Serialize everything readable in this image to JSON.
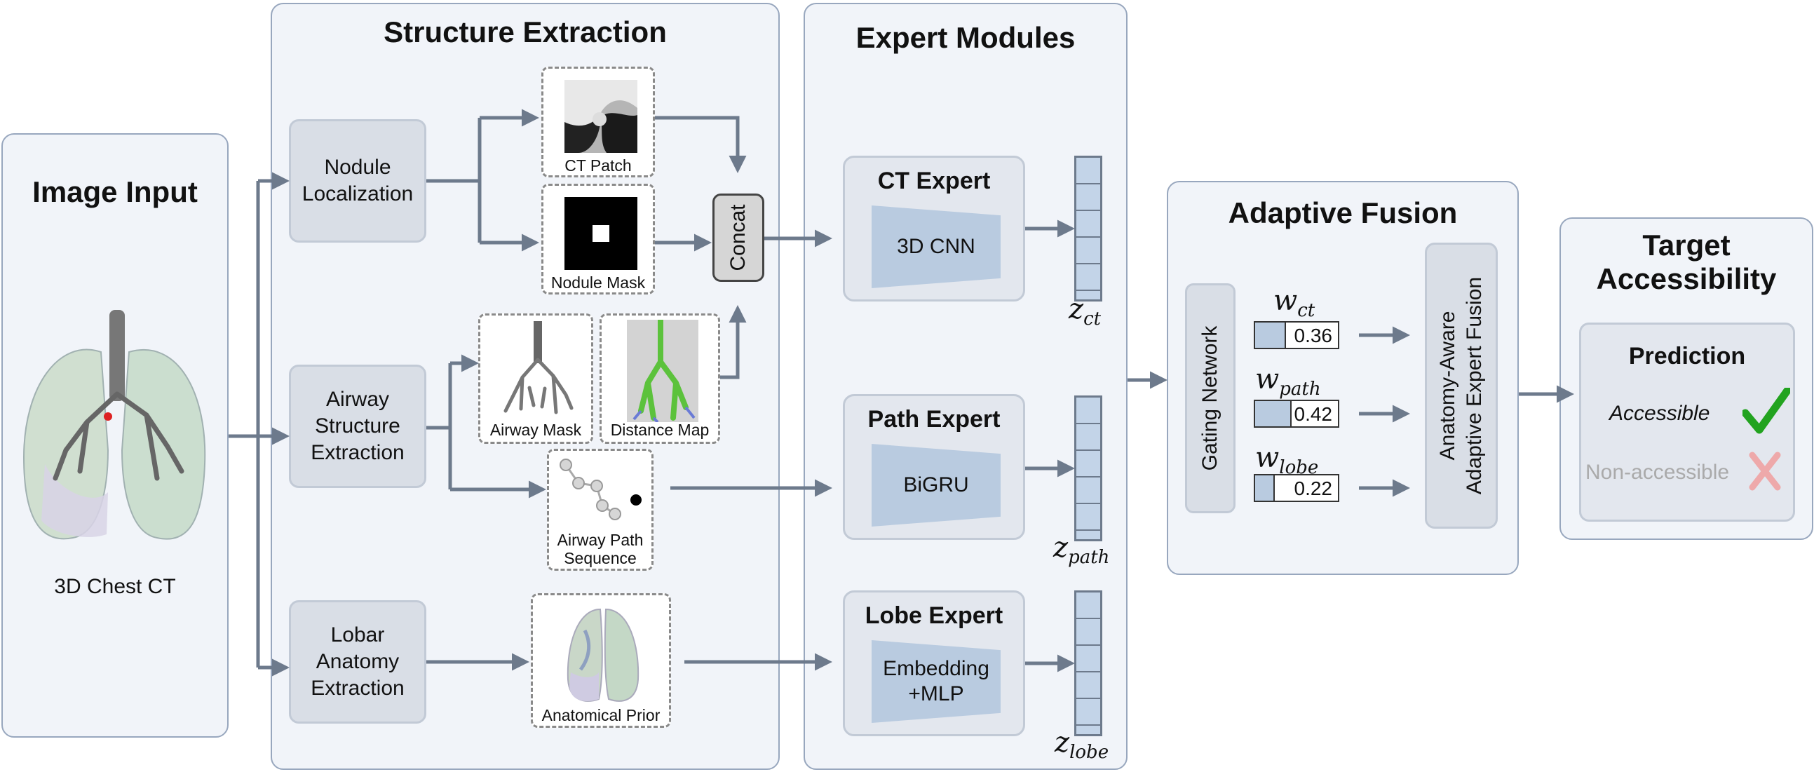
{
  "image_input": {
    "title": "Image Input",
    "caption": "3D Chest CT"
  },
  "structure": {
    "title": "Structure Extraction",
    "nodule_localization": "Nodule\nLocalization",
    "airway_extraction": "Airway\nStructure\nExtraction",
    "lobar_extraction": "Lobar\nAnatomy\nExtraction",
    "ct_patch": "CT Patch",
    "nodule_mask": "Nodule Mask",
    "concat": "Concat",
    "airway_mask": "Airway Mask",
    "distance_map": "Distance Map",
    "airway_path": "Airway Path\nSequence",
    "anatomical_prior": "Anatomical Prior"
  },
  "experts": {
    "title": "Expert Modules",
    "ct": {
      "title": "CT Expert",
      "body": "3D CNN",
      "z_main": "z",
      "z_sub": "ct"
    },
    "path": {
      "title": "Path Expert",
      "body": "BiGRU",
      "z_main": "z",
      "z_sub": "path"
    },
    "lobe": {
      "title": "Lobe Expert",
      "body": "Embedding\n+MLP",
      "z_main": "z",
      "z_sub": "lobe"
    }
  },
  "fusion": {
    "title": "Adaptive Fusion",
    "gating": "Gating Network",
    "fusion_box": "Anatomy-Aware\nAdaptive Expert Fusion",
    "weights": [
      {
        "main": "w",
        "sub": "ct",
        "value": "0.36",
        "fraction": 0.36
      },
      {
        "main": "w",
        "sub": "path",
        "value": "0.42",
        "fraction": 0.42
      },
      {
        "main": "w",
        "sub": "lobe",
        "value": "0.22",
        "fraction": 0.22
      }
    ]
  },
  "target": {
    "title": "Target\nAccessibility",
    "prediction": "Prediction",
    "accessible": "Accessible",
    "non_accessible": "Non-accessible"
  },
  "colors": {
    "panel_bg": "#f1f4f9",
    "panel_border": "#98a7be",
    "arrow": "#6d7a8c",
    "accent": "#b9cbe0",
    "check": "#22a31f",
    "cross": "#eea9aa"
  }
}
